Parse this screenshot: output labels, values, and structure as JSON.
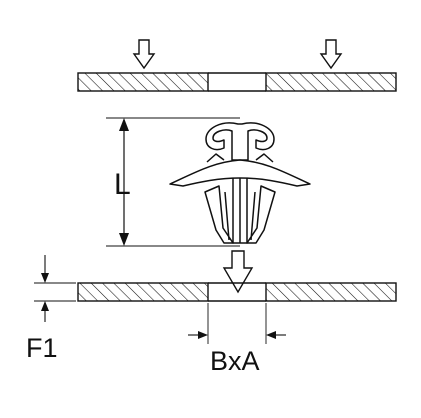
{
  "labels": {
    "length": "L",
    "thickness": "F1",
    "hole": "BxA"
  },
  "colors": {
    "stroke": "#111111",
    "background": "#ffffff"
  }
}
